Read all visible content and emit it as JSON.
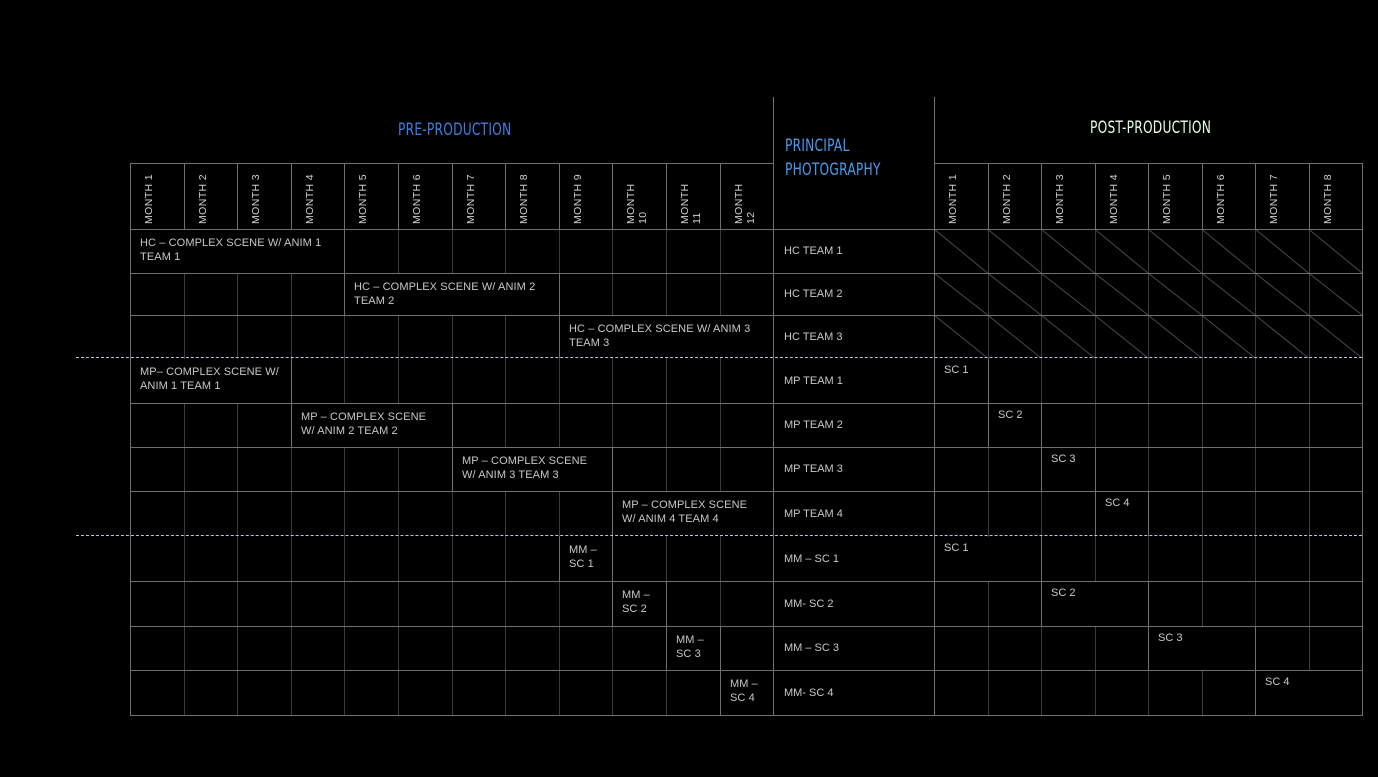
{
  "headers": {
    "pre_production": "PRE-PRODUCTION",
    "principal_photography": "PRINCIPAL\nPHOTOGRAPHY",
    "post_production": "POST-PRODUCTION"
  },
  "pre_months": [
    "MONTH 1",
    "MONTH 2",
    "MONTH 3",
    "MONTH 4",
    "MONTH 5",
    "MONTH 6",
    "MONTH 7",
    "MONTH 8",
    "MONTH 9",
    "MONTH\n10",
    "MONTH\n11",
    "MONTH\n12"
  ],
  "post_months": [
    "MONTH 1",
    "MONTH 2",
    "MONTH 3",
    "MONTH 4",
    "MONTH 5",
    "MONTH 6",
    "MONTH 7",
    "MONTH 8"
  ],
  "rows": [
    {
      "group": "HC",
      "pre": {
        "start": 1,
        "end": 4,
        "label": "HC – COMPLEX SCENE W/ ANIM 1\nTEAM 1"
      },
      "principal": "HC TEAM 1",
      "post": {
        "hatched": true
      }
    },
    {
      "group": "HC",
      "pre": {
        "start": 5,
        "end": 8,
        "label": "HC – COMPLEX SCENE W/ ANIM  2\nTEAM 2"
      },
      "principal": "HC TEAM 2",
      "post": {
        "hatched": true
      }
    },
    {
      "group": "HC",
      "pre": {
        "start": 9,
        "end": 12,
        "label": "HC – COMPLEX SCENE W/ ANIM  3\nTEAM 3"
      },
      "principal": "HC TEAM 3",
      "post": {
        "hatched": true
      }
    },
    {
      "group": "MP",
      "pre": {
        "start": 1,
        "end": 3,
        "label": "MP– COMPLEX SCENE W/\nANIM 1 TEAM 1"
      },
      "principal": "MP TEAM 1",
      "post": {
        "start": 1,
        "end": 1,
        "label": "SC 1"
      }
    },
    {
      "group": "MP",
      "pre": {
        "start": 4,
        "end": 6,
        "label": "MP – COMPLEX SCENE\nW/ ANIM 2 TEAM 2"
      },
      "principal": "MP TEAM 2",
      "post": {
        "start": 2,
        "end": 2,
        "label": "SC 2"
      }
    },
    {
      "group": "MP",
      "pre": {
        "start": 7,
        "end": 9,
        "label": "MP – COMPLEX SCENE\nW/ ANIM 3 TEAM 3"
      },
      "principal": "MP TEAM 3",
      "post": {
        "start": 3,
        "end": 3,
        "label": "SC 3"
      }
    },
    {
      "group": "MP",
      "pre": {
        "start": 10,
        "end": 12,
        "label": "MP – COMPLEX SCENE\nW/ ANIM 4 TEAM 4"
      },
      "principal": "MP TEAM 4",
      "post": {
        "start": 4,
        "end": 4,
        "label": "SC 4"
      }
    },
    {
      "group": "MM",
      "pre": {
        "start": 9,
        "end": 9,
        "label": "MM –\nSC 1"
      },
      "principal": "MM – SC 1",
      "post": {
        "start": 1,
        "end": 2,
        "label": "SC 1"
      }
    },
    {
      "group": "MM",
      "pre": {
        "start": 10,
        "end": 10,
        "label": "MM –\nSC 2"
      },
      "principal": "MM- SC 2",
      "post": {
        "start": 3,
        "end": 4,
        "label": "SC 2"
      }
    },
    {
      "group": "MM",
      "pre": {
        "start": 11,
        "end": 11,
        "label": "MM –\nSC 3"
      },
      "principal": "MM – SC 3",
      "post": {
        "start": 5,
        "end": 6,
        "label": "SC 3"
      }
    },
    {
      "group": "MM",
      "pre": {
        "start": 12,
        "end": 12,
        "label": "MM –\nSC 4"
      },
      "principal": "MM- SC 4",
      "post": {
        "start": 7,
        "end": 8,
        "label": "SC 4"
      }
    }
  ],
  "colors": {
    "background": "#000000",
    "pre_production_header": "#3f7fe0",
    "principal_header": "#4a9bea",
    "post_production_header": "#e6ffe6",
    "grid": "#6f6f6f",
    "divider": "#b9c4e6",
    "text": "#c8c8c8"
  }
}
